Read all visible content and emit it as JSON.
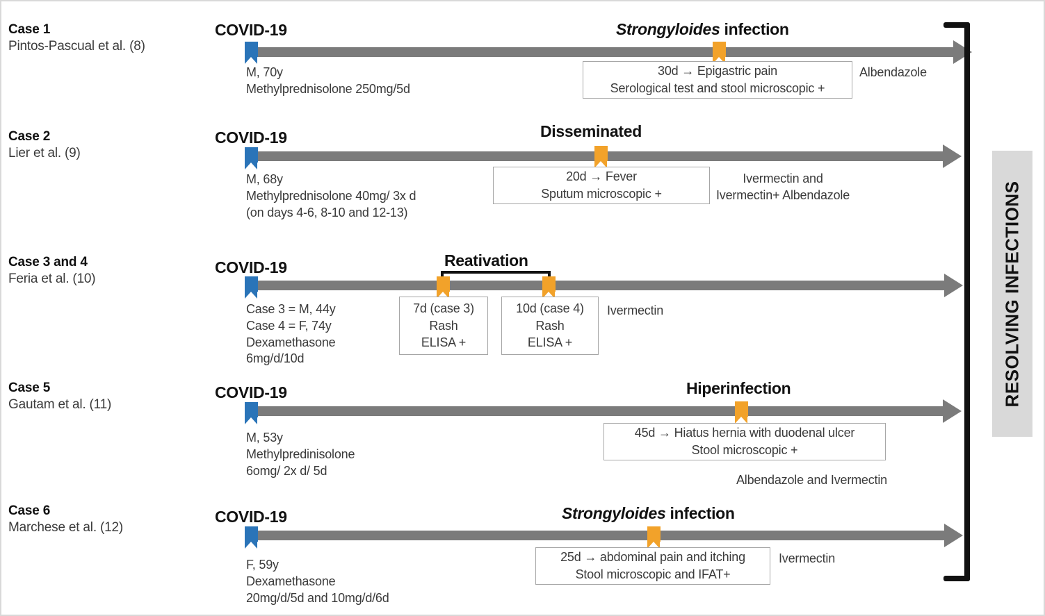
{
  "figure": {
    "title_vertical": "RESOLVING  INFECTIONS",
    "colors": {
      "timeline": "#7b7b7b",
      "start_pin": "#2a74b8",
      "event_pin": "#f2a22a",
      "bracket": "#111111",
      "label_band": "#d9d9d9",
      "box_border": "#a6a6a6"
    }
  },
  "cases": [
    {
      "id": "case-1",
      "label_title": "Case 1",
      "label_ref": "Pintos-Pascual et al. (8)",
      "start_label": "COVID-19",
      "details": [
        "M, 70y",
        "Methylprednisolone  250mg/5d"
      ],
      "event_title_italic": "Strongyloides",
      "event_title_rest": " infection",
      "event_box": [
        "30d → Epigastric pain",
        "Serological test and stool microscopic +"
      ],
      "treatment": [
        "Albendazole"
      ]
    },
    {
      "id": "case-2",
      "label_title": "Case 2",
      "label_ref": "Lier et al. (9)",
      "start_label": "COVID-19",
      "details": [
        "M, 68y",
        "Methylprednisolone  40mg/ 3x d",
        "(on days 4-6, 8-10 and 12-13)"
      ],
      "event_title_italic": "",
      "event_title_rest": "Disseminated",
      "event_box": [
        "20d → Fever",
        "Sputum microscopic +"
      ],
      "treatment": [
        "Ivermectin and",
        "Ivermectin+ Albendazole"
      ]
    },
    {
      "id": "case-3-and-4",
      "label_title": "Case 3 and 4",
      "label_ref": "Feria et al. (10)",
      "start_label": "COVID-19",
      "details": [
        "Case 3 = M, 44y",
        "Case 4 = F, 74y",
        "Dexamethasone",
        "6mg/d/10d"
      ],
      "event_title_italic": "",
      "event_title_rest": "Reativation",
      "event_box_a": [
        "7d (case 3)",
        "Rash",
        "ELISA +"
      ],
      "event_box_b": [
        "10d (case 4)",
        "Rash",
        "ELISA +"
      ],
      "treatment": [
        "Ivermectin"
      ]
    },
    {
      "id": "case-5",
      "label_title": "Case 5",
      "label_ref": "Gautam et al. (11)",
      "start_label": "COVID-19",
      "details": [
        "M, 53y",
        "Methylpredinisolone",
        "6omg/ 2x d/ 5d"
      ],
      "event_title_italic": "",
      "event_title_rest": "Hiperinfection",
      "event_box": [
        "45d → Hiatus hernia with duodenal ulcer",
        "Stool microscopic +"
      ],
      "treatment": [
        "Albendazole and Ivermectin"
      ]
    },
    {
      "id": "case-6",
      "label_title": "Case 6",
      "label_ref": "Marchese et al. (12)",
      "start_label": "COVID-19",
      "details": [
        "F, 59y",
        "Dexamethasone",
        "20mg/d/5d and 10mg/d/6d"
      ],
      "event_title_italic": "Strongyloides",
      "event_title_rest": " infection",
      "event_box": [
        "25d → abdominal pain and itching",
        "Stool microscopic and IFAT+"
      ],
      "treatment": [
        "Ivermectin"
      ]
    }
  ]
}
